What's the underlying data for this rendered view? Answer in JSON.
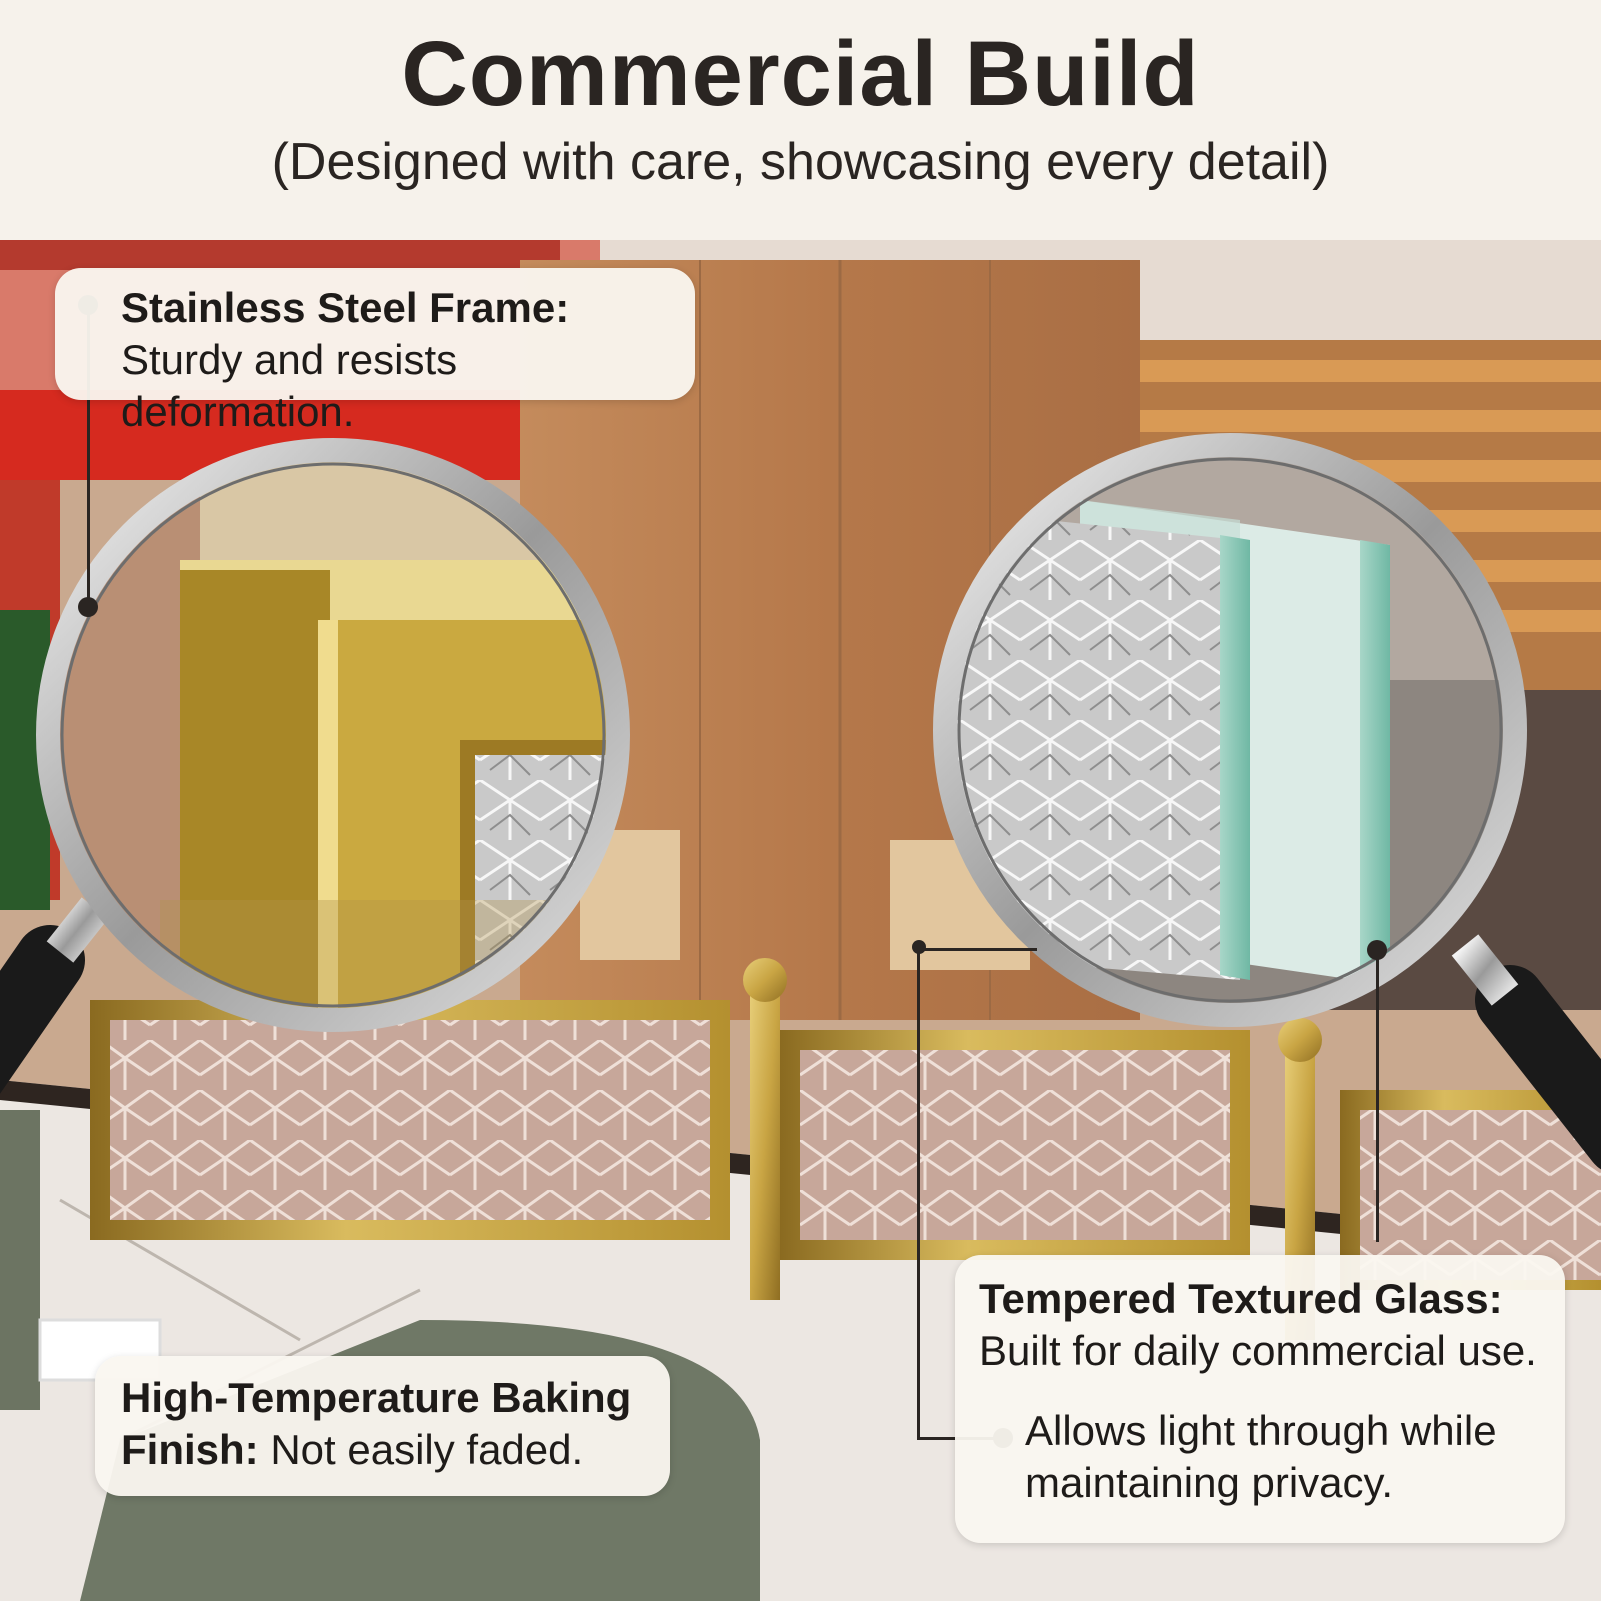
{
  "header": {
    "title": "Commercial Build",
    "subtitle": "(Designed with care, showcasing every detail)"
  },
  "callouts": {
    "frame": {
      "heading": "Stainless Steel Frame:",
      "text": "Sturdy and resists deformation."
    },
    "glass": {
      "heading": "Tempered Textured Glass:",
      "text": "Built for daily commercial use."
    },
    "light": {
      "line1": "Allows light through while",
      "line2": "maintaining privacy."
    },
    "finish": {
      "heading1": "High-Temperature Baking",
      "heading2": "Finish:",
      "text": " Not easily faded."
    }
  },
  "colors": {
    "background": "#f6f2eb",
    "text": "#2a2522",
    "gold": "#c9a544",
    "wood": "#b07a52"
  },
  "icons": [
    "magnifier-left",
    "magnifier-right"
  ]
}
